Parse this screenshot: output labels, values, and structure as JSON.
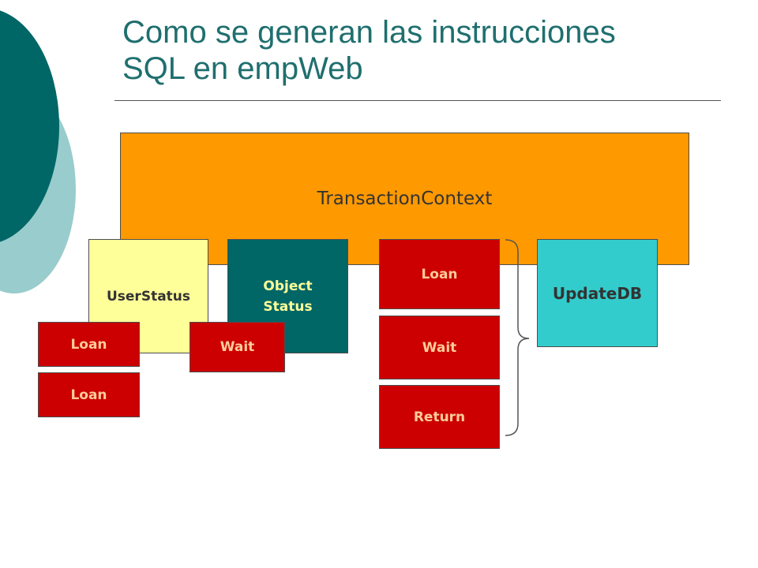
{
  "slide": {
    "title_line1": "Como se generan las instrucciones",
    "title_line2": "SQL en empWeb"
  },
  "diagram": {
    "transaction_context": "TransactionContext",
    "user_status": "UserStatus",
    "object_status_line1": "Object",
    "object_status_line2": "Status",
    "user_loan_1": "Loan",
    "user_loan_2": "Loan",
    "object_wait": "Wait",
    "queue_loan": "Loan",
    "queue_wait": "Wait",
    "queue_return": "Return",
    "update_db": "UpdateDB"
  },
  "colors": {
    "title_teal": "#1f6f6e",
    "deco_dark_teal": "#006666",
    "deco_light_teal": "#99cccc",
    "context_orange": "#ff9900",
    "user_status_yellow": "#ffff99",
    "object_status_teal": "#006666",
    "operation_red": "#cc0000",
    "update_db_cyan": "#33cccc"
  }
}
